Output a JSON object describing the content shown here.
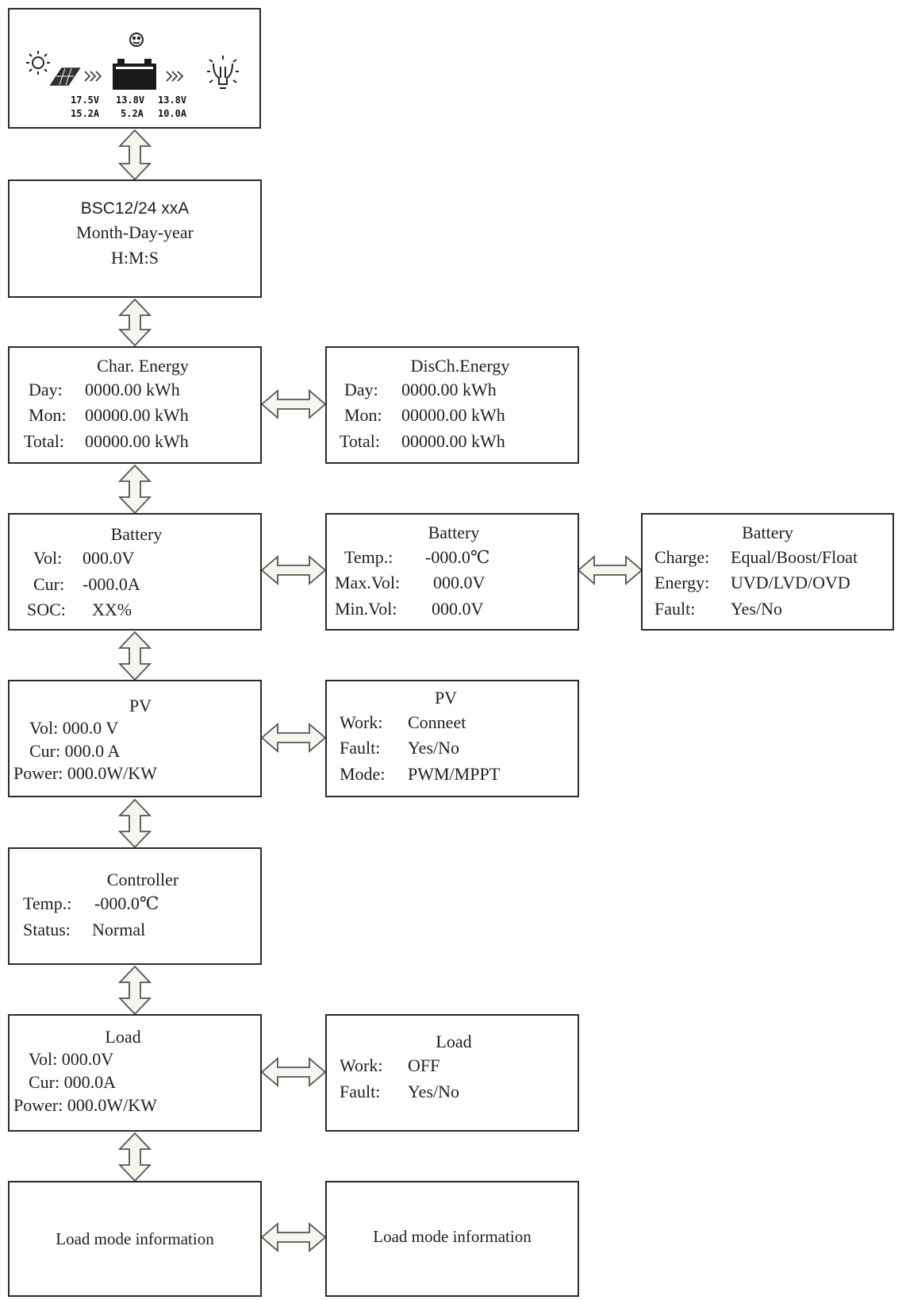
{
  "lcd": {
    "readings": {
      "pv_voltage": "17.5V",
      "pv_current": "15.2A",
      "battery_voltage": "13.8V",
      "battery_current": "5.2A",
      "load_voltage": "13.8V",
      "load_current": "10.0A"
    }
  },
  "model_box": {
    "model": "BSC12/24 xxA",
    "date": "Month-Day-year",
    "time": "H:M:S"
  },
  "char_energy": {
    "title": "Char. Energy",
    "day_label": "Day:",
    "day_value": "0000.00 kWh",
    "mon_label": "Mon:",
    "mon_value": "00000.00 kWh",
    "total_label": "Total:",
    "total_value": "00000.00 kWh"
  },
  "disch_energy": {
    "title": "DisCh.Energy",
    "day_label": "Day:",
    "day_value": "0000.00 kWh",
    "mon_label": "Mon:",
    "mon_value": "00000.00 kWh",
    "total_label": "Total:",
    "total_value": "00000.00 kWh"
  },
  "battery1": {
    "title": "Battery",
    "vol_label": "Vol:",
    "vol_value": "000.0V",
    "cur_label": "Cur:",
    "cur_value": "-000.0A",
    "soc_label": "SOC:",
    "soc_value": "XX%"
  },
  "battery2": {
    "title": "Battery",
    "temp_label": "Temp.:",
    "temp_value": "-000.0℃",
    "maxvol_label": "Max.Vol:",
    "maxvol_value": "000.0V",
    "minvol_label": "Min.Vol:",
    "minvol_value": "000.0V"
  },
  "battery3": {
    "title": "Battery",
    "charge_label": "Charge:",
    "charge_value": "Equal/Boost/Float",
    "energy_label": "Energy:",
    "energy_value": "UVD/LVD/OVD",
    "fault_label": "Fault:",
    "fault_value": "Yes/No"
  },
  "pv1": {
    "title": "PV",
    "vol": "Vol: 000.0 V",
    "cur": "Cur: 000.0 A",
    "power": "Power: 000.0W/KW"
  },
  "pv2": {
    "title": "PV",
    "work_label": "Work:",
    "work_value": "Conneet",
    "fault_label": "Fault:",
    "fault_value": "Yes/No",
    "mode_label": "Mode:",
    "mode_value": "PWM/MPPT"
  },
  "controller": {
    "title": "Controller",
    "temp_label": "Temp.:",
    "temp_value": "-000.0℃",
    "status_label": "Status:",
    "status_value": "Normal"
  },
  "load1": {
    "title": "Load",
    "vol": "Vol: 000.0V",
    "cur": "Cur: 000.0A",
    "power": "Power: 000.0W/KW"
  },
  "load2": {
    "title": "Load",
    "work_label": "Work:",
    "work_value": "OFF",
    "fault_label": "Fault:",
    "fault_value": "Yes/No"
  },
  "load_mode1": {
    "text": "Load mode information"
  },
  "load_mode2": {
    "text": "Load mode information"
  }
}
